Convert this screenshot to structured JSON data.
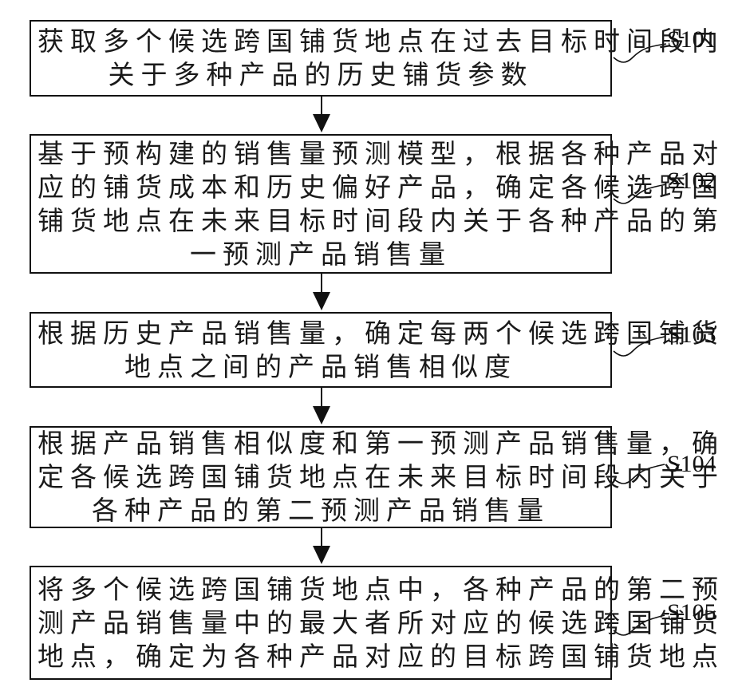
{
  "diagram": {
    "type": "flowchart",
    "direction": "top-to-bottom",
    "steps": [
      {
        "id": "S101",
        "label": "S101",
        "lines": [
          "获取多个候选跨国铺货地点在过去目标时间段内",
          "关于多种产品的历史铺货参数"
        ]
      },
      {
        "id": "S102",
        "label": "S102",
        "lines": [
          "基于预构建的销售量预测模型，根据各种产品对",
          "应的铺货成本和历史偏好产品，确定各候选跨国",
          "铺货地点在未来目标时间段内关于各种产品的第",
          "一预测产品销售量"
        ]
      },
      {
        "id": "S103",
        "label": "S103",
        "lines": [
          "根据历史产品销售量，确定每两个候选跨国铺货",
          "地点之间的产品销售相似度"
        ]
      },
      {
        "id": "S104",
        "label": "S104",
        "lines": [
          "根据产品销售相似度和第一预测产品销售量，确",
          "定各候选跨国铺货地点在未来目标时间段内关于",
          "各种产品的第二预测产品销售量"
        ]
      },
      {
        "id": "S105",
        "label": "S105",
        "lines": [
          "将多个候选跨国铺货地点中，各种产品的第二预",
          "测产品销售量中的最大者所对应的候选跨国铺货",
          "地点，确定为各种产品对应的目标跨国铺货地点"
        ]
      }
    ],
    "edges": [
      {
        "from": "S101",
        "to": "S102"
      },
      {
        "from": "S102",
        "to": "S103"
      },
      {
        "from": "S103",
        "to": "S104"
      },
      {
        "from": "S104",
        "to": "S105"
      }
    ],
    "colors": {
      "stroke": "#111111",
      "text": "#1a1a1a",
      "background": "#ffffff"
    }
  }
}
